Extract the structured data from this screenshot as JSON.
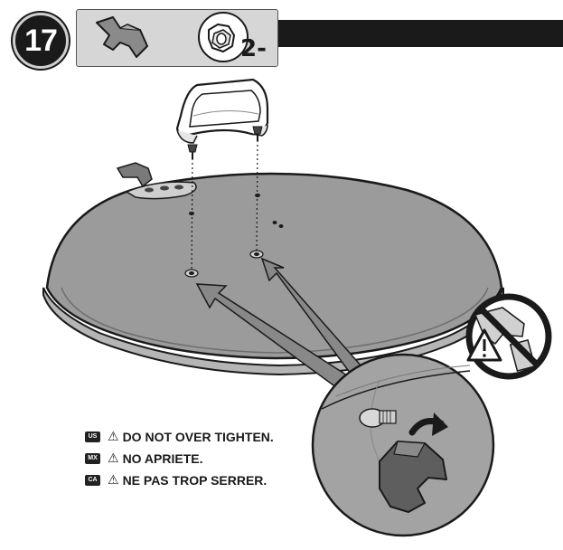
{
  "step": {
    "number": "17"
  },
  "parts": {
    "quantity_label": "2-"
  },
  "warnings": [
    {
      "locale": "US",
      "text": "DO NOT OVER TIGHTEN."
    },
    {
      "locale": "MX",
      "text": "NO APRIETE."
    },
    {
      "locale": "CA",
      "text": "NE PAS TROP SERRER."
    }
  ],
  "icons": {
    "handle_part": "lid-handle-bracket-icon",
    "thumb_nut": "thumb-nut-icon",
    "warning": "warning-triangle-icon",
    "no_power_drill": "no-power-drill-icon",
    "rotate": "rotate-clockwise-arrow-icon"
  },
  "colors": {
    "lid": "#9b9b9b",
    "outline": "#1a1a1a",
    "header": "#1a1a1a",
    "parts_box": "#d6d6d6",
    "prohibit": "#1a1a1a"
  }
}
